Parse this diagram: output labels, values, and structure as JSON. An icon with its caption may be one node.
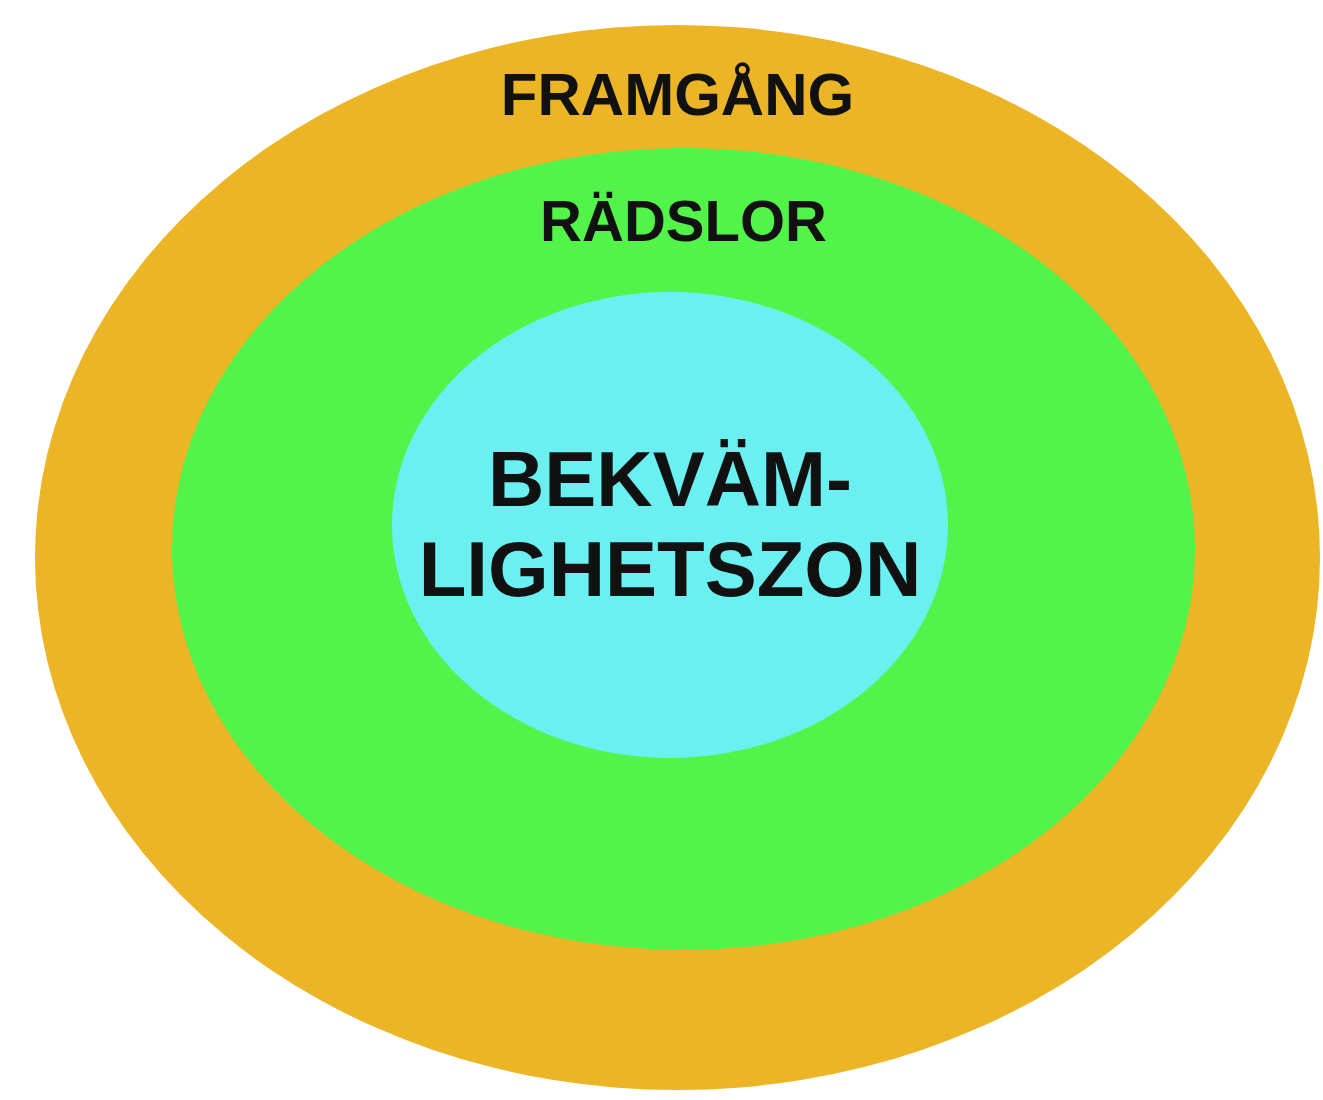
{
  "diagram": {
    "nodes": [
      {
        "text": [
          "FRAMGÅNG"
        ]
      },
      {
        "text": [
          "RÄDSLOR"
        ],
        "in": 0
      },
      {
        "text": [
          "BEKVÄM- LIGHETSZON"
        ],
        "in": 1
      }
    ]
  }
}
